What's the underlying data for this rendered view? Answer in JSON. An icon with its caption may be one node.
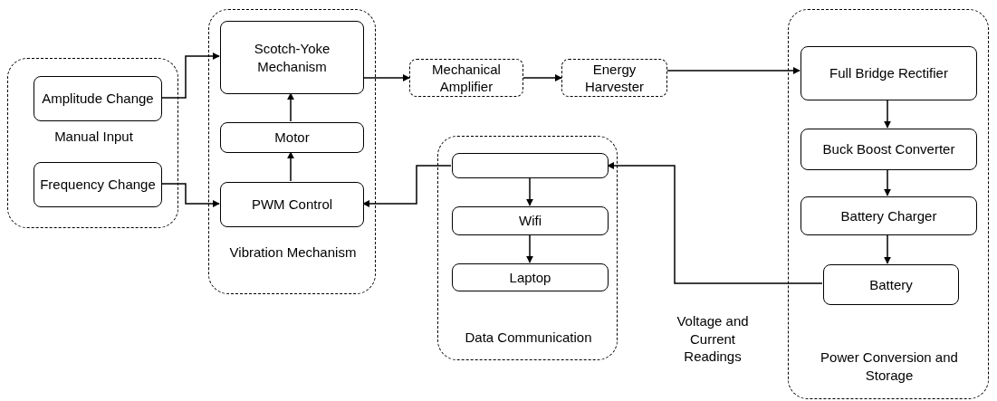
{
  "diagram": {
    "nodes": [
      {
        "text": [
          "Manual Input"
        ]
      },
      {
        "text": [
          "Amplitude Change"
        ],
        "in": 0
      },
      {
        "text": [
          "Frequency Change"
        ],
        "in": 0
      },
      {
        "text": [
          "Vibration Mechanism"
        ]
      },
      {
        "text": [
          "Scotch-Yoke Mechanism"
        ],
        "in": 3
      },
      {
        "text": [
          "Motor"
        ],
        "in": 3
      },
      {
        "text": [
          "PWM Control"
        ],
        "in": 3
      },
      {
        "text": [
          "Mechanical Amplifier"
        ]
      },
      {
        "text": [
          "Energy Harvester"
        ]
      },
      {
        "text": [
          "Data Communication"
        ]
      },
      {
        "text": [],
        "shape": "box",
        "in": 9
      },
      {
        "text": [
          "Wifi"
        ],
        "in": 9
      },
      {
        "text": [
          "Laptop"
        ],
        "in": 9
      },
      {
        "text": [
          "Power Conversion and Storage"
        ]
      },
      {
        "text": [
          "Full Bridge Rectifier"
        ],
        "in": 13
      },
      {
        "text": [
          "Buck Boost Converter"
        ],
        "in": 13
      },
      {
        "text": [
          "Battery Charger"
        ],
        "in": 13
      },
      {
        "text": [
          "Battery"
        ],
        "in": 13
      }
    ],
    "edges": [
      {
        "from": 1,
        "to": 4,
        "arrow": "to"
      },
      {
        "from": 2,
        "to": 6,
        "arrow": "to"
      },
      {
        "from": 6,
        "to": 5,
        "arrow": "to"
      },
      {
        "from": 5,
        "to": 4,
        "arrow": "to"
      },
      {
        "from": 4,
        "to": 7,
        "arrow": "to"
      },
      {
        "from": 7,
        "to": 8,
        "arrow": "to"
      },
      {
        "from": 8,
        "to": 14,
        "arrow": "to"
      },
      {
        "from": 14,
        "to": 15,
        "arrow": "to"
      },
      {
        "from": 15,
        "to": 16,
        "arrow": "to"
      },
      {
        "from": 16,
        "to": 17,
        "arrow": "to"
      },
      {
        "from": 17,
        "to": 10,
        "arrow": "to"
      },
      {
        "from": 10,
        "to": 6,
        "arrow": "to"
      },
      {
        "from": 10,
        "to": 11,
        "arrow": "to"
      },
      {
        "from": 11,
        "to": 12,
        "arrow": "to"
      }
    ],
    "labels": [
      "Voltage and Current Readings"
    ]
  }
}
